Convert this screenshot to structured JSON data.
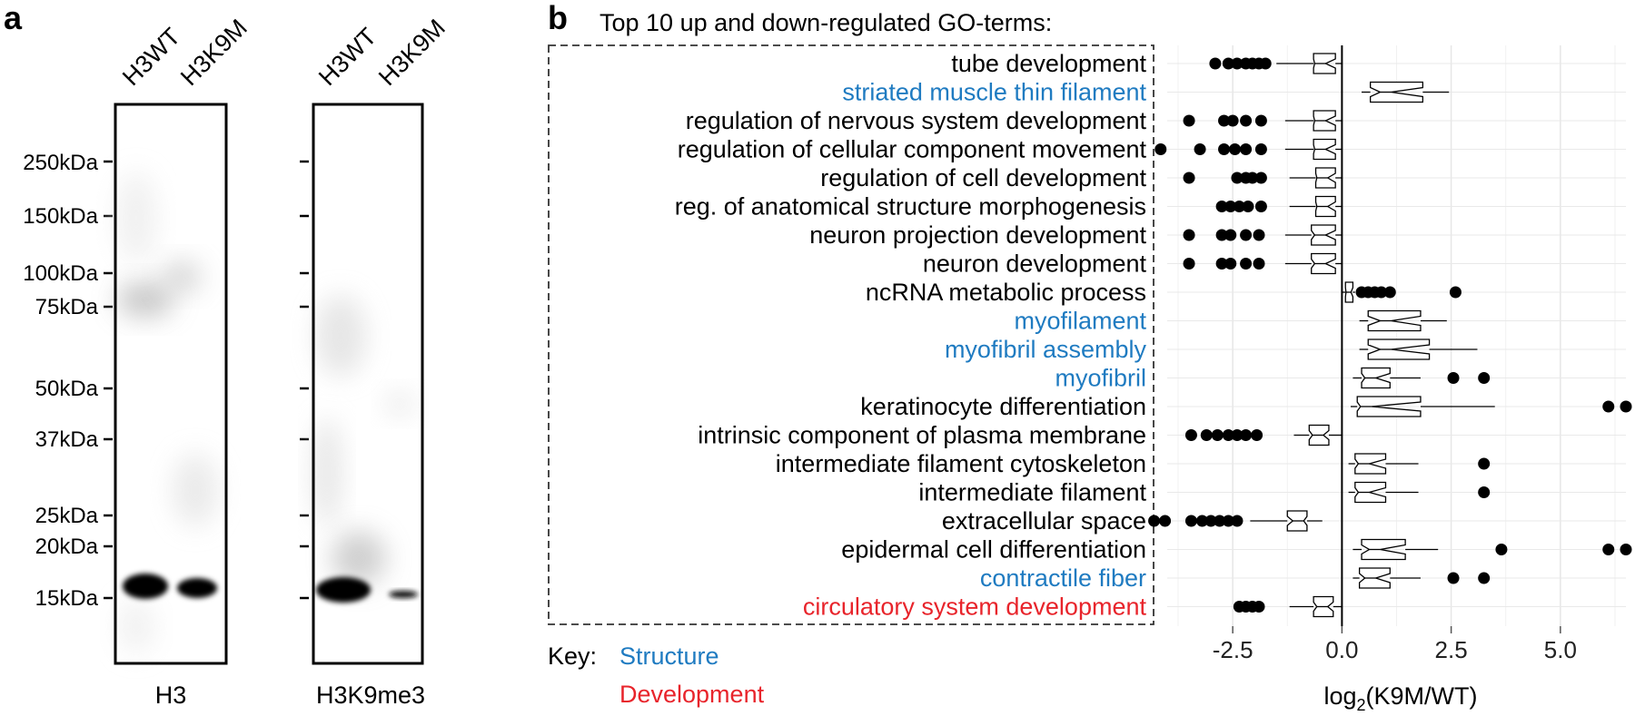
{
  "panel_a": {
    "letter": "a",
    "marker_labels": [
      "250kDa",
      "150kDa",
      "100kDa",
      "75kDa",
      "50kDa",
      "37kDa",
      "25kDa",
      "20kDa",
      "15kDa"
    ],
    "blots": [
      {
        "lanes": [
          "H3WT",
          "H3K9M"
        ],
        "antibody": "H3"
      },
      {
        "lanes": [
          "H3WT",
          "H3K9M"
        ],
        "antibody": "H3K9me3"
      }
    ]
  },
  "panel_b": {
    "letter": "b",
    "title": "Top 10 up and down-regulated GO-terms:",
    "key_label": "Key:",
    "key_items": [
      {
        "label": "Structure",
        "color": "#1f7bc1"
      },
      {
        "label": "Development",
        "color": "#e8242b"
      }
    ]
  },
  "colors": {
    "structure": "#1f7bc1",
    "development": "#e8242b",
    "default": "#000000"
  },
  "chart_data": {
    "type": "box",
    "xlabel": "log2(K9M/WT)",
    "xlim": [
      -4.0,
      6.5
    ],
    "xticks": [
      -2.5,
      0.0,
      2.5,
      5.0
    ],
    "xtick_labels": [
      "-2.5",
      "0.0",
      "2.5",
      "5.0"
    ],
    "grid": true,
    "terms": [
      {
        "label": "tube development",
        "cat": "default",
        "box": [
          -0.65,
          -0.5,
          -0.15
        ],
        "whisk": [
          -1.5,
          0.0
        ],
        "out": [
          -2.9,
          -2.6,
          -2.4,
          -2.2,
          -2.05,
          -1.9,
          -1.75
        ]
      },
      {
        "label": "striated muscle thin filament",
        "cat": "structure",
        "box": [
          0.65,
          1.0,
          1.85
        ],
        "whisk": [
          0.45,
          2.45
        ],
        "out": []
      },
      {
        "label": "regulation of nervous system development",
        "cat": "default",
        "box": [
          -0.65,
          -0.5,
          -0.15
        ],
        "whisk": [
          -1.3,
          0.0
        ],
        "out": [
          -3.5,
          -2.7,
          -2.5,
          -2.2,
          -1.85
        ]
      },
      {
        "label": "regulation of cellular component movement",
        "cat": "default",
        "box": [
          -0.65,
          -0.5,
          -0.15
        ],
        "whisk": [
          -1.3,
          0.0
        ],
        "out": [
          -4.15,
          -3.25,
          -2.7,
          -2.45,
          -2.2,
          -1.85
        ]
      },
      {
        "label": "regulation of cell development",
        "cat": "default",
        "box": [
          -0.6,
          -0.45,
          -0.15
        ],
        "whisk": [
          -1.2,
          0.0
        ],
        "out": [
          -3.5,
          -2.4,
          -2.2,
          -2.05,
          -1.85
        ]
      },
      {
        "label": "reg. of anatomical structure morphogenesis",
        "cat": "default",
        "box": [
          -0.6,
          -0.45,
          -0.15
        ],
        "whisk": [
          -1.2,
          0.0
        ],
        "out": [
          -2.75,
          -2.55,
          -2.35,
          -2.15,
          -1.85
        ]
      },
      {
        "label": "neuron projection development",
        "cat": "default",
        "box": [
          -0.7,
          -0.5,
          -0.15
        ],
        "whisk": [
          -1.3,
          0.0
        ],
        "out": [
          -3.5,
          -2.75,
          -2.55,
          -2.2,
          -1.9
        ]
      },
      {
        "label": "neuron development",
        "cat": "default",
        "box": [
          -0.7,
          -0.5,
          -0.15
        ],
        "whisk": [
          -1.3,
          0.0
        ],
        "out": [
          -3.5,
          -2.75,
          -2.55,
          -2.2,
          -1.9
        ]
      },
      {
        "label": "ncRNA metabolic process",
        "cat": "default",
        "box": [
          0.08,
          0.15,
          0.25
        ],
        "whisk": [
          0.0,
          0.3
        ],
        "out": [
          0.45,
          0.6,
          0.75,
          0.9,
          1.1,
          2.6
        ]
      },
      {
        "label": "myofilament",
        "cat": "structure",
        "box": [
          0.6,
          1.0,
          1.8
        ],
        "whisk": [
          0.4,
          2.4
        ],
        "out": []
      },
      {
        "label": "myofibril assembly",
        "cat": "structure",
        "box": [
          0.6,
          1.0,
          2.0
        ],
        "whisk": [
          0.4,
          3.1
        ],
        "out": []
      },
      {
        "label": "myofibril",
        "cat": "structure",
        "box": [
          0.45,
          0.65,
          1.1
        ],
        "whisk": [
          0.25,
          1.8
        ],
        "out": [
          2.55,
          3.25
        ]
      },
      {
        "label": "keratinocyte differentiation",
        "cat": "default",
        "box": [
          0.35,
          0.55,
          1.8
        ],
        "whisk": [
          0.2,
          3.5
        ],
        "out": [
          6.1,
          6.5
        ]
      },
      {
        "label": "intrinsic component of plasma membrane",
        "cat": "default",
        "box": [
          -0.75,
          -0.55,
          -0.3
        ],
        "whisk": [
          -1.1,
          0.0
        ],
        "out": [
          -3.45,
          -3.1,
          -2.85,
          -2.6,
          -2.4,
          -2.2,
          -1.95
        ]
      },
      {
        "label": "intermediate filament cytoskeleton",
        "cat": "default",
        "box": [
          0.3,
          0.5,
          1.0
        ],
        "whisk": [
          0.15,
          1.75
        ],
        "out": [
          3.25
        ]
      },
      {
        "label": "intermediate filament",
        "cat": "default",
        "box": [
          0.3,
          0.5,
          1.0
        ],
        "whisk": [
          0.15,
          1.75
        ],
        "out": [
          3.25
        ]
      },
      {
        "label": "extracellular space",
        "cat": "default",
        "box": [
          -1.25,
          -1.0,
          -0.8
        ],
        "whisk": [
          -2.1,
          -0.45
        ],
        "out": [
          -4.3,
          -4.05,
          -3.45,
          -3.2,
          -3.0,
          -2.8,
          -2.6,
          -2.4
        ]
      },
      {
        "label": "epidermal cell differentiation",
        "cat": "default",
        "box": [
          0.45,
          0.75,
          1.45
        ],
        "whisk": [
          0.25,
          2.2
        ],
        "out": [
          3.65,
          6.1,
          6.5
        ]
      },
      {
        "label": "contractile fiber",
        "cat": "structure",
        "box": [
          0.4,
          0.65,
          1.1
        ],
        "whisk": [
          0.25,
          1.8
        ],
        "out": [
          2.55,
          3.25
        ]
      },
      {
        "label": "circulatory system development",
        "cat": "development",
        "box": [
          -0.65,
          -0.45,
          -0.2
        ],
        "whisk": [
          -1.2,
          0.0
        ],
        "out": [
          -2.35,
          -2.2,
          -2.05,
          -1.9
        ]
      }
    ]
  }
}
